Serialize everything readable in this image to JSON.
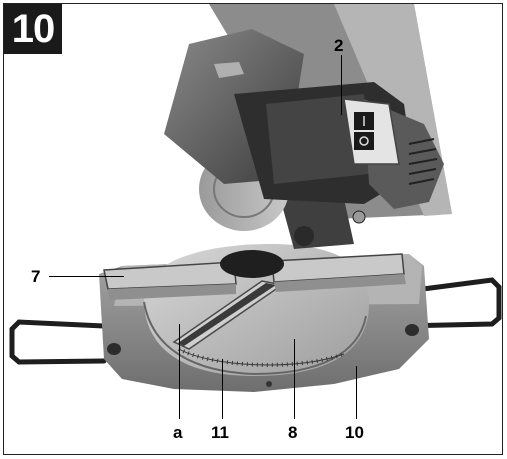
{
  "figure": {
    "number": "10"
  },
  "callouts": {
    "c2": "2",
    "c7": "7",
    "ca": "a",
    "c11": "11",
    "c8": "8",
    "c10": "10"
  },
  "colors": {
    "badge": "#1a1a1a",
    "metal": "#a9a9a9",
    "motor": "#555555",
    "frame": "#222222"
  }
}
